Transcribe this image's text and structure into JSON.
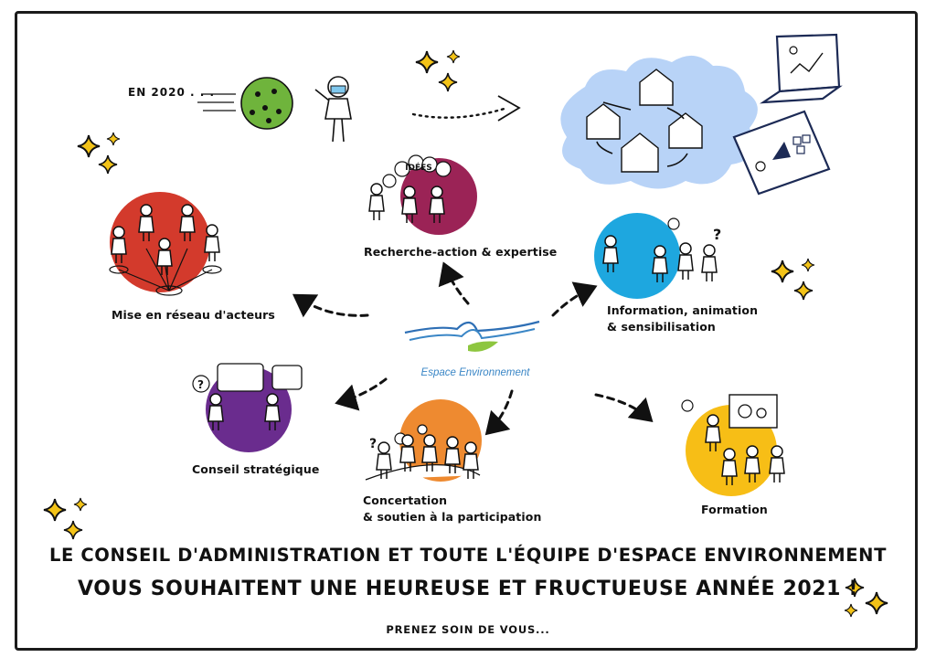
{
  "intro": {
    "label": "EN 2020 . . ."
  },
  "logo": {
    "name": "Espace Environnement"
  },
  "activities": {
    "reseau": "Mise en réseau d'acteurs",
    "recherche": "Recherche-action & expertise",
    "information_l1": "Information, animation",
    "information_l2": "& sensibilisation",
    "conseil": "Conseil stratégique",
    "concertation_l1": "Concertation",
    "concertation_l2": "& soutien à la participation",
    "formation": "Formation"
  },
  "balloon_text": "IDÉES",
  "message": {
    "line1": "LE CONSEIL D'ADMINISTRATION ET TOUTE L'ÉQUIPE D'ESPACE ENVIRONNEMENT",
    "line2": "VOUS SOUHAITENT UNE HEUREUSE ET FRUCTUEUSE ANNÉE 2021 !",
    "closing": "PRENEZ SOIN DE VOUS..."
  },
  "colors": {
    "red": "#d33a2c",
    "maroon": "#9b2356",
    "blue": "#1ea7df",
    "purple": "#6a2c8e",
    "orange": "#ee8a30",
    "yellow": "#f7be16",
    "cloud": "#b8d3f7",
    "virus": "#6fb43c",
    "star": "#f3c318"
  }
}
